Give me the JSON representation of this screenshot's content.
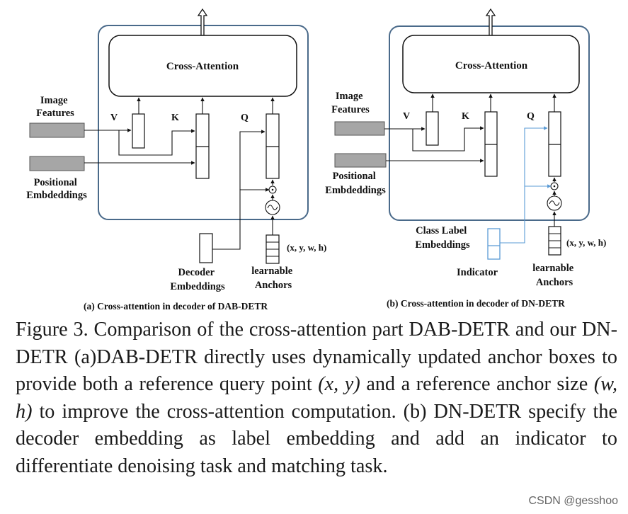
{
  "panel_a": {
    "block_title": "Cross-Attention",
    "image_features": [
      "Image",
      "Features"
    ],
    "positional": [
      "Positional",
      "Embdeddings"
    ],
    "v_label": "V",
    "k_label": "K",
    "q_label": "Q",
    "decoder": [
      "Decoder",
      "Embeddings"
    ],
    "anchors": [
      "learnable",
      "Anchors"
    ],
    "anchor_values": "(x, y, w, h)",
    "subcaption": "(a) Cross-attention in decoder of  DAB-DETR"
  },
  "panel_b": {
    "block_title": "Cross-Attention",
    "image_features": [
      "Image",
      "Features"
    ],
    "positional": [
      "Positional",
      "Embdeddings"
    ],
    "v_label": "V",
    "k_label": "K",
    "q_label": "Q",
    "class_label": [
      "Class Label",
      "Embeddings"
    ],
    "indicator": "Indicator",
    "anchors": [
      "learnable",
      "Anchors"
    ],
    "anchor_values": "(x, y, w, h)",
    "subcaption": "(b) Cross-attention in decoder of  DN-DETR"
  },
  "caption": {
    "prefix": "Figure 3. Comparison of the cross-attention part DAB-DETR and our DN-DETR (a)DAB-DETR directly uses dynamically updated anchor boxes to provide both a reference query point ",
    "point_math": "(x, y)",
    "middle": " and a reference anchor size ",
    "size_math": "(w, h)",
    "suffix": " to improve the cross-attention computation.  (b) DN-DETR specify the decoder embedding as label embedding and add an indicator to differentiate denoising task and matching task."
  },
  "watermark": "CSDN @gesshoo",
  "colors": {
    "feature_box": "#a6a6a6",
    "panel_border": "#4a6a8a",
    "indicator": "#5b9bd5"
  }
}
